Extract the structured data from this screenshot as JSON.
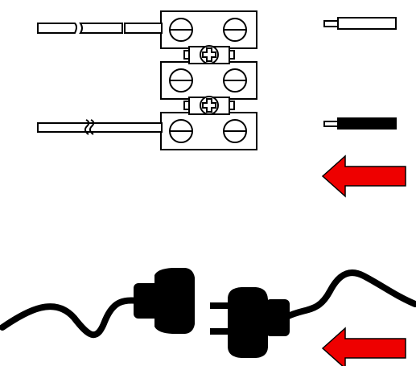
{
  "colors": {
    "stroke": "#000000",
    "background": "#ffffff",
    "arrow": "#ee0000",
    "insulation": "#000000"
  },
  "parts": {
    "terminal_block": {
      "poles": 3,
      "screws_per_pole": 2,
      "mounting_screws": 2
    },
    "wires_left": [
      "insulated-wire-top",
      "insulated-wire-bottom"
    ],
    "wire_ends_right": [
      "stripped-wire-end-plain",
      "stripped-wire-end-black"
    ],
    "plug_pair": [
      "socket-connector",
      "two-pin-plug"
    ]
  },
  "icons": {
    "arrow_upper": "left-arrow-icon",
    "arrow_lower": "left-arrow-icon"
  }
}
